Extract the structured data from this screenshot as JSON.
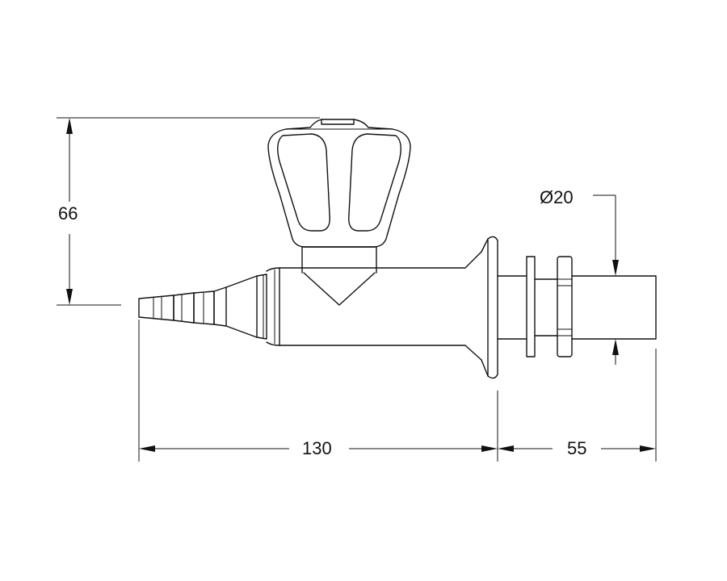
{
  "drawing": {
    "dimensions": {
      "height": "66",
      "diameter": "Ø20",
      "length_body": "130",
      "length_stem": "55"
    }
  }
}
